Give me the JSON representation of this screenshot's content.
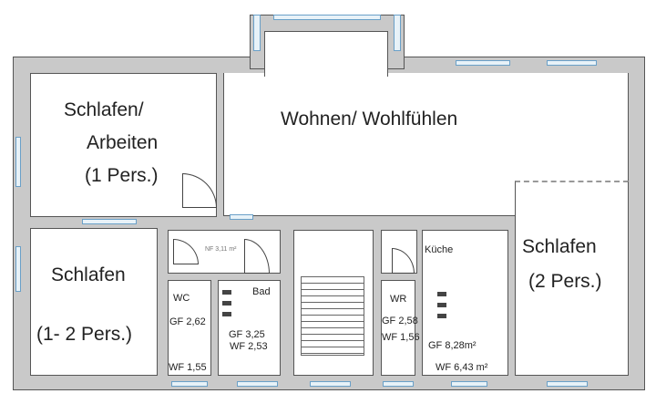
{
  "rooms": {
    "schlafen_arbeiten": {
      "line1": "Schlafen/",
      "line2": "Arbeiten",
      "line3": "(1 Pers.)"
    },
    "wohnen": {
      "label": "Wohnen/ Wohlfühlen"
    },
    "schlafen_left": {
      "label": "Schlafen",
      "persons": "(1- 2 Pers.)"
    },
    "schlafen_right": {
      "label": "Schlafen",
      "persons": "(2 Pers.)"
    },
    "wc": {
      "label": "WC",
      "gf": "GF 2,62",
      "wf": "WF 1,55"
    },
    "bad": {
      "label": "Bad",
      "gf": "GF 3,25",
      "wf": "WF 2,53"
    },
    "wr": {
      "label": "WR",
      "gf": "GF 2,58",
      "wf": "WF 1,56"
    },
    "kueche": {
      "label": "Küche",
      "gf": "GF 8,28m²",
      "wf": "WF 6,43 m²"
    },
    "flur": {
      "label": "NF 3,11 m²"
    }
  },
  "colors": {
    "wall": "#c9c9c9",
    "window": "#6aa0c8"
  }
}
